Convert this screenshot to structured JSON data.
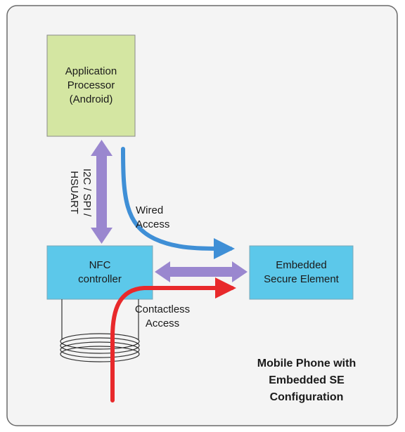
{
  "nodes": {
    "app_processor": {
      "lines": [
        "Application",
        "Processor",
        "(Android)"
      ],
      "color": "#d4e6a2"
    },
    "nfc_controller": {
      "lines": [
        "NFC",
        "controller"
      ],
      "color": "#5cc8ea"
    },
    "secure_element": {
      "lines": [
        "Embedded",
        "Secure Element"
      ],
      "color": "#5cc8ea"
    }
  },
  "edges": {
    "bus": {
      "lines": [
        "I2C / SPI /",
        "HSUART"
      ],
      "color": "#9a87cf"
    },
    "wired": {
      "lines": [
        "Wired",
        "Access"
      ],
      "color": "#3f8fd6"
    },
    "contactless": {
      "lines": [
        "Contactless",
        "Access"
      ],
      "color": "#e8292b"
    },
    "nfc_se_link": {
      "color": "#9a87cf"
    }
  },
  "caption": {
    "lines": [
      "Mobile Phone with",
      "Embedded SE",
      "Configuration"
    ]
  }
}
